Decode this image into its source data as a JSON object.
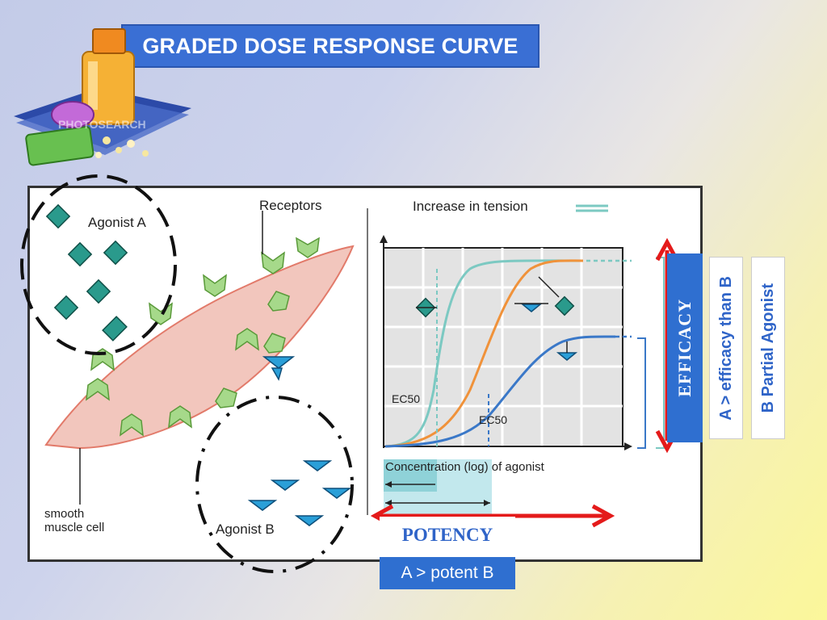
{
  "slide": {
    "title": "GRADED DOSE RESPONSE CURVE"
  },
  "logo": {
    "watermark": "PHOTOSEARCH",
    "icon": "medicine-bottle-pills-icon"
  },
  "figure": {
    "agonist_a_label": "Agonist A",
    "agonist_b_label": "Agonist B",
    "receptors_label": "Receptors",
    "cell_label_line1": "smooth",
    "cell_label_line2": "muscle cell",
    "legend_label": "Increase in tension",
    "ec50_a_label": "EC50",
    "ec50_b_label": "EC50",
    "xaxis_label": "Concentration (log) of agonist"
  },
  "annotations": {
    "efficacy": "EFFICACY",
    "efficacy_compare": "A > efficacy than B",
    "partial_agonist": "B Partial Agonist",
    "potency": "POTENCY",
    "potency_compare": "A > potent B"
  },
  "colors": {
    "title_bg": "#3a6fd4",
    "agonist_a": "#2a9a8c",
    "agonist_b": "#2a9fd8",
    "receptor": "#a6d98a",
    "cell_fill": "#f2c6bd",
    "curve_a": "#7cc9c2",
    "curve_partial": "#3a78c8",
    "curve_orange": "#f0923a",
    "arrow_red": "#e41a1a"
  }
}
